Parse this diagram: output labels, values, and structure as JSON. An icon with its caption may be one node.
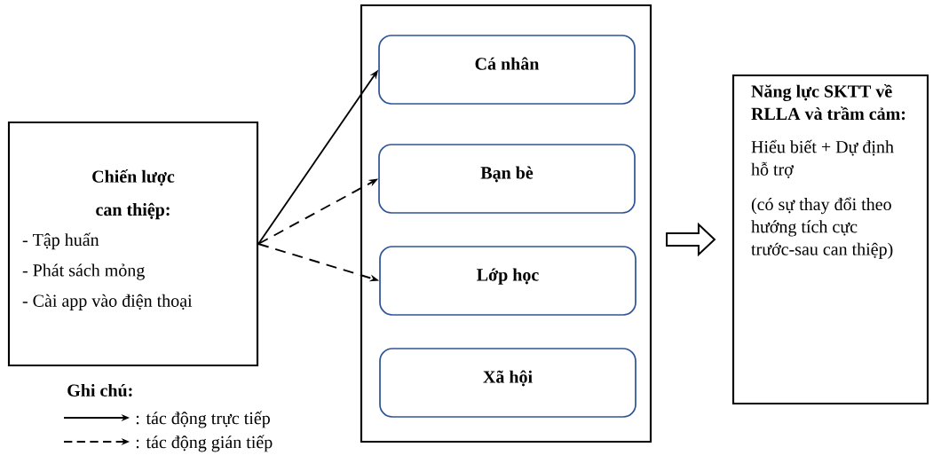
{
  "diagram": {
    "nodes": [
      {
        "text": [
          "Chiến lược can thiệp:",
          "- Tập huấn",
          "- Phát sách mỏng",
          "- Cài app vào điện thoại"
        ]
      },
      {
        "text": [],
        "shape": "box"
      },
      {
        "text": [
          "Cá nhân"
        ],
        "in": 1
      },
      {
        "text": [
          "Bạn bè"
        ],
        "in": 1
      },
      {
        "text": [
          "Lớp học"
        ],
        "in": 1
      },
      {
        "text": [
          "Xã hội"
        ],
        "in": 1
      },
      {
        "text": [
          "Năng lực SKTT về RLLA và trầm cảm:",
          "Hiểu biết + Dự định hỗ trợ",
          "(có sự thay đổi theo hướng tích cực trước-sau can thiệp)"
        ]
      }
    ],
    "edges": [
      {
        "from": 0,
        "to": 2,
        "arrow": "to"
      },
      {
        "from": 0,
        "to": 3,
        "arrow": "to",
        "style": "dashed"
      },
      {
        "from": 0,
        "to": 4,
        "arrow": "to",
        "style": "dashed"
      },
      {
        "from": 1,
        "to": 6,
        "arrow": "to",
        "style": "thick"
      }
    ],
    "labels": [
      "Ghi chú:"
    ],
    "legend": [
      {
        "text": ": tác động trực tiếp"
      },
      {
        "text": ": tác động gián tiếp"
      }
    ]
  }
}
